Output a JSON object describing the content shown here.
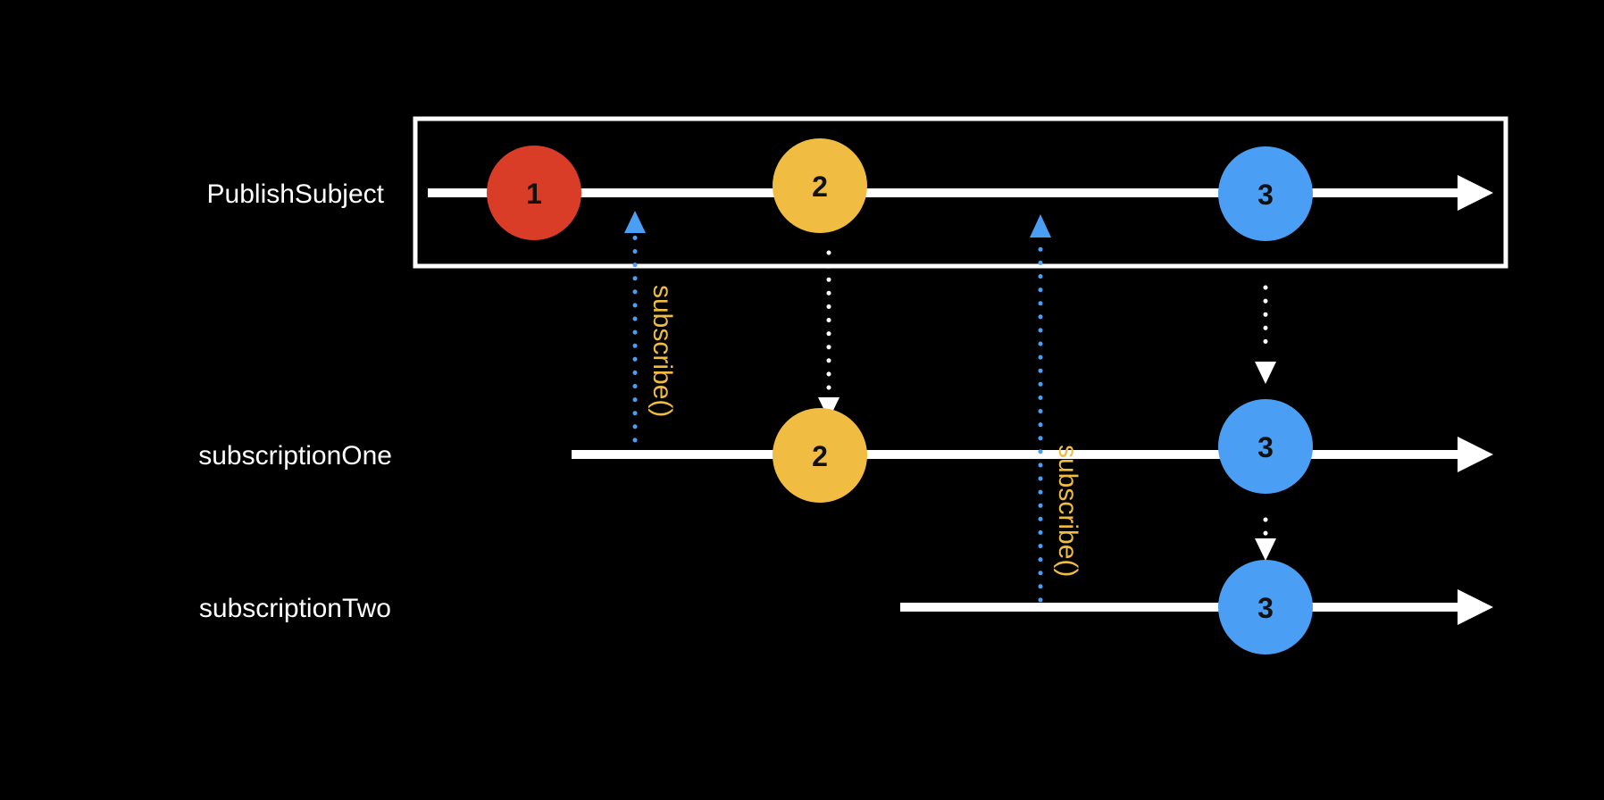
{
  "colors": {
    "background": "#000000",
    "line": "#ffffff",
    "red": "#d93d28",
    "yellow": "#f0bc42",
    "blue": "#4a9ff4",
    "label": "#ffffff",
    "subscribe_label": "#f0bc42"
  },
  "streams": [
    {
      "id": "publish",
      "label": "PublishSubject",
      "marbles": [
        {
          "value": "1",
          "color": "red"
        },
        {
          "value": "2",
          "color": "yellow"
        },
        {
          "value": "3",
          "color": "blue"
        }
      ]
    },
    {
      "id": "subscription-one",
      "label": "subscriptionOne",
      "marbles": [
        {
          "value": "2",
          "color": "yellow"
        },
        {
          "value": "3",
          "color": "blue"
        }
      ]
    },
    {
      "id": "subscription-two",
      "label": "subscriptionTwo",
      "marbles": [
        {
          "value": "3",
          "color": "blue"
        }
      ]
    }
  ],
  "subscriptions": [
    {
      "label": "subscribe()"
    },
    {
      "label": "subscribe()"
    }
  ]
}
